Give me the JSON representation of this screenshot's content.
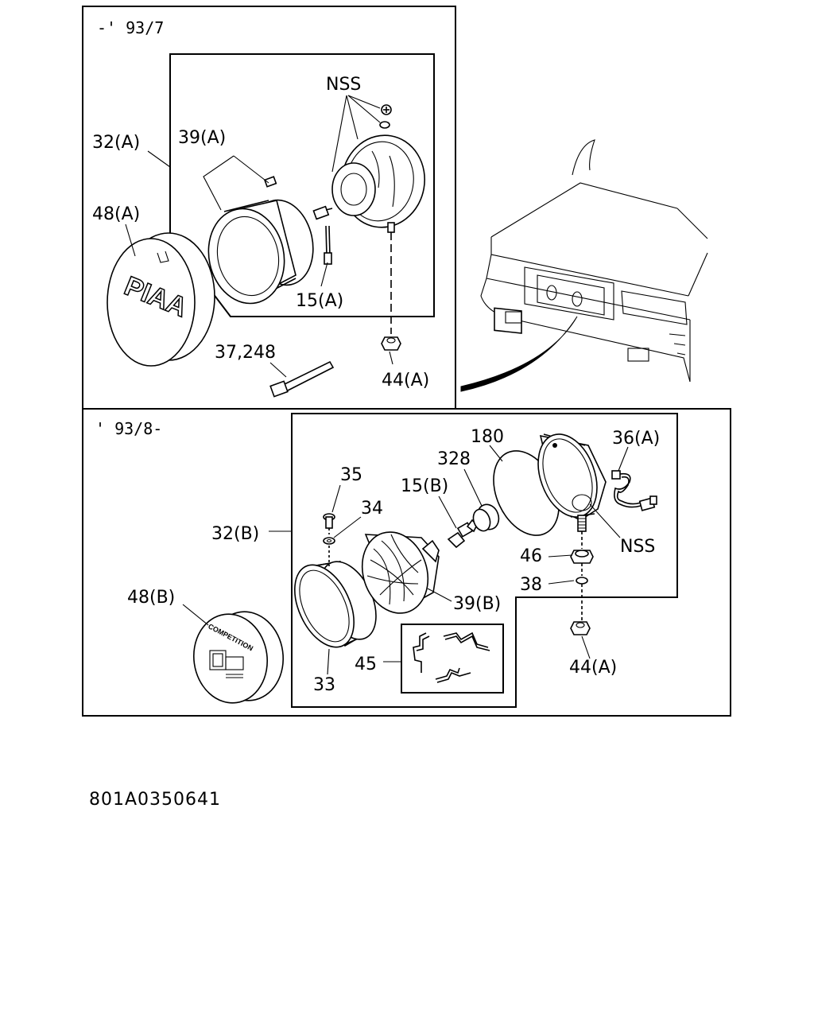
{
  "sections": {
    "top_header": "-' 93/7",
    "bottom_header": "' 93/8-"
  },
  "labels": {
    "nss_top": "NSS",
    "l_32a": "32(A)",
    "l_39a": "39(A)",
    "l_48a": "48(A)",
    "l_15a": "15(A)",
    "l_37_248": "37,248",
    "l_44a_top": "44(A)",
    "l_180": "180",
    "l_36a": "36(A)",
    "l_328": "328",
    "l_35": "35",
    "l_15b": "15(B)",
    "l_34": "34",
    "l_32b": "32(B)",
    "l_46": "46",
    "nss_bottom": "NSS",
    "l_48b": "48(B)",
    "l_38": "38",
    "l_39b": "39(B)",
    "l_45": "45",
    "l_33": "33",
    "l_44a_bottom": "44(A)"
  },
  "cover_text": {
    "piaa": "PIAA",
    "competition": "COMPETITION"
  },
  "reference_code": "801A0350641"
}
